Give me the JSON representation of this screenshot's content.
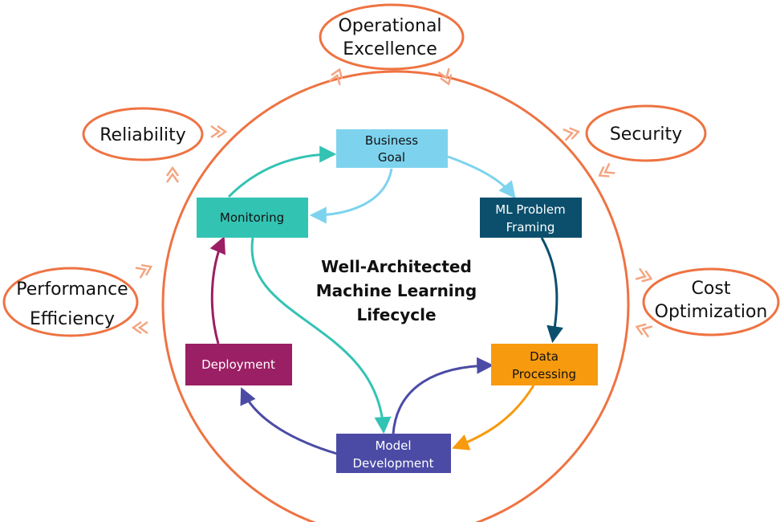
{
  "center_title": [
    "Well-Architected",
    "Machine Learning",
    "Lifecycle"
  ],
  "pillars": [
    {
      "id": "operational-excellence",
      "lines": [
        "Operational",
        "Excellence"
      ]
    },
    {
      "id": "reliability",
      "lines": [
        "Reliability"
      ]
    },
    {
      "id": "security",
      "lines": [
        "Security"
      ]
    },
    {
      "id": "performance-efficiency",
      "lines": [
        "Performance",
        "Efficiency"
      ]
    },
    {
      "id": "cost-optimization",
      "lines": [
        "Cost",
        "Optimization"
      ]
    }
  ],
  "stages": [
    {
      "id": "business-goal",
      "lines": [
        "Business",
        "Goal"
      ],
      "color": "#7DD3EE",
      "text_color": "#111111"
    },
    {
      "id": "ml-problem-framing",
      "lines": [
        "ML Problem",
        "Framing"
      ],
      "color": "#0B4F6C",
      "text_color": "#ffffff"
    },
    {
      "id": "data-processing",
      "lines": [
        "Data",
        "Processing"
      ],
      "color": "#F79A0E",
      "text_color": "#111111"
    },
    {
      "id": "model-development",
      "lines": [
        "Model",
        "Development"
      ],
      "color": "#4B4BA6",
      "text_color": "#ffffff"
    },
    {
      "id": "deployment",
      "lines": [
        "Deployment"
      ],
      "color": "#9B1F64",
      "text_color": "#ffffff"
    },
    {
      "id": "monitoring",
      "lines": [
        "Monitoring"
      ],
      "color": "#33C3B3",
      "text_color": "#111111"
    }
  ],
  "colors": {
    "ring": "#EE7342",
    "pillar_outline": "#EE7342",
    "chevron": "#F4A582"
  }
}
